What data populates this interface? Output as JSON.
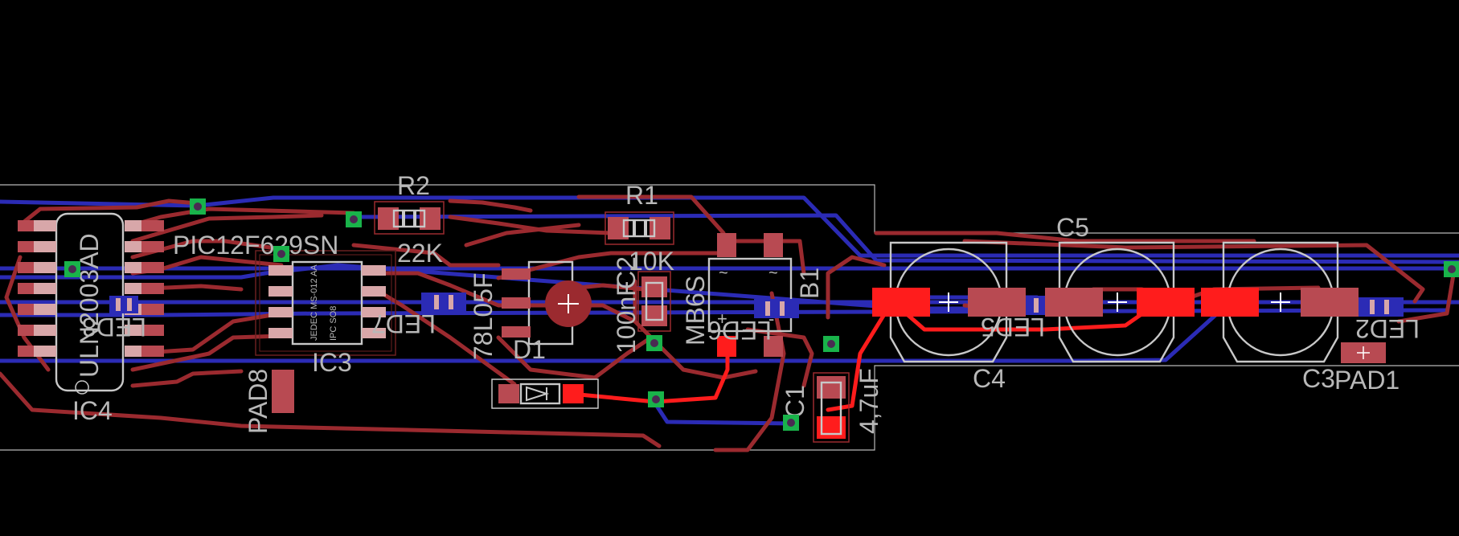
{
  "labels": {
    "r2": "R2",
    "r2_value": "22K",
    "r1": "R1",
    "r1_value": "10K",
    "pic": "PIC12F629SN",
    "ic4": "IC4",
    "ic4_value": "ULN2003AD",
    "ic3": "IC3",
    "ic3_pkg1": "JEDEC MS-012 AA",
    "ic3_pkg2": "IPC SO8",
    "reg": "78L05F",
    "c2_value": "100nF",
    "c2": "C2",
    "b1": "B1",
    "b1_value": "MB6S",
    "c5": "C5",
    "c4": "C4",
    "c3": "C3",
    "d1": "D1",
    "pad8": "PAD8",
    "pad1": "PAD1",
    "c_cap": "C1",
    "c_cap_value": "4,7uF",
    "led8": "LED8",
    "led7": "LED7",
    "led6": "LED6",
    "led5": "LED5",
    "led2": "LED2",
    "tilde1": "~",
    "tilde2": "~",
    "plus": "+",
    "minus": "-"
  },
  "colors": {
    "background": "#000000",
    "bottom_copper": "#2b2bb5",
    "top_copper": "#9b2a2f",
    "selected_copper": "#ff1c1c",
    "via": "#19b34a",
    "silkscreen": "#c8c8c8"
  }
}
